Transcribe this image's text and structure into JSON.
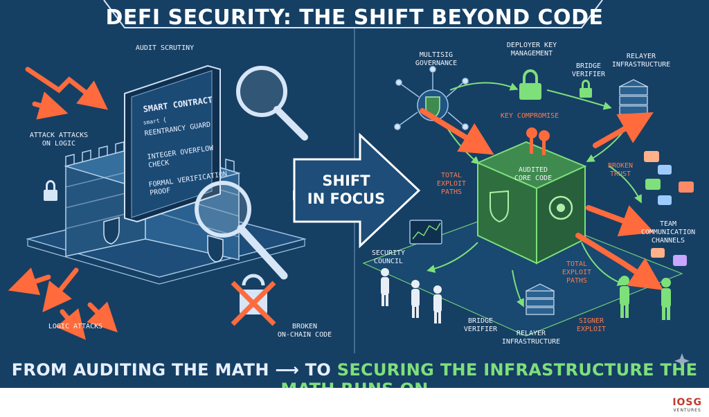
{
  "title": "DEFI SECURITY: THE SHIFT BEYOND CODE",
  "left_panel": {
    "audit_scrutiny": "AUDIT SCRUTINY",
    "attack_on_logic": "ATTACK ATTACKS\nON LOGIC",
    "logic_attacks": "LOGIC ATTACKS",
    "broken_code": "BROKEN\nON-CHAIN CODE",
    "contract_title": "SMART CONTRACT",
    "contract_fn": "smart {",
    "contract_items": [
      "REENTRANCY GUARD",
      "INTEGER OVERFLOW\nCHECK",
      "FORMAL VERIFICATION\nPROOF"
    ]
  },
  "center": {
    "shift_label": "SHIFT\nIN FOCUS"
  },
  "right_panel": {
    "multisig": "MULTISIG\nGOVERNANCE",
    "deployer_key": "DEPLOYER KEY\nMANAGEMENT",
    "bridge_verifier_top": "BRIDGE\nVERIFIER",
    "relayer_top": "RELAYER\nINFRASTRUCTURE",
    "key_compromise": "KEY COMPROMISE",
    "total_exploit_left": "TOTAL\nEXPLOIT\nPATHS",
    "audited_core": "AUDITED\nCORE CODE",
    "broken_trust": "BROKEN\nTRUST",
    "team_comm": "TEAM\nCOMMUNICATION\nCHANNELS",
    "security_council": "SECURITY\nCOUNCIL",
    "total_exploit_right": "TOTAL\nEXPLOIT\nPATHS",
    "bridge_verifier_bottom": "BRIDGE\nVERIFIER",
    "relayer_bottom": "RELAYER\nINFRASTRUCTURE",
    "signer_exploit": "SIGNER\nEXPLOIT"
  },
  "bottom": {
    "part1": "FROM AUDITING THE MATH",
    "arrow": "⟶",
    "part2": "TO",
    "part3": "SECURING THE INFRASTRUCTURE THE MATH RUNS ON"
  },
  "logo": {
    "name": "IOSG",
    "sub": "VENTURES"
  },
  "colors": {
    "background": "#163f64",
    "accent_green": "#7ee07a",
    "accent_red": "#ff6b3d",
    "line_light": "#9fc3e6"
  }
}
